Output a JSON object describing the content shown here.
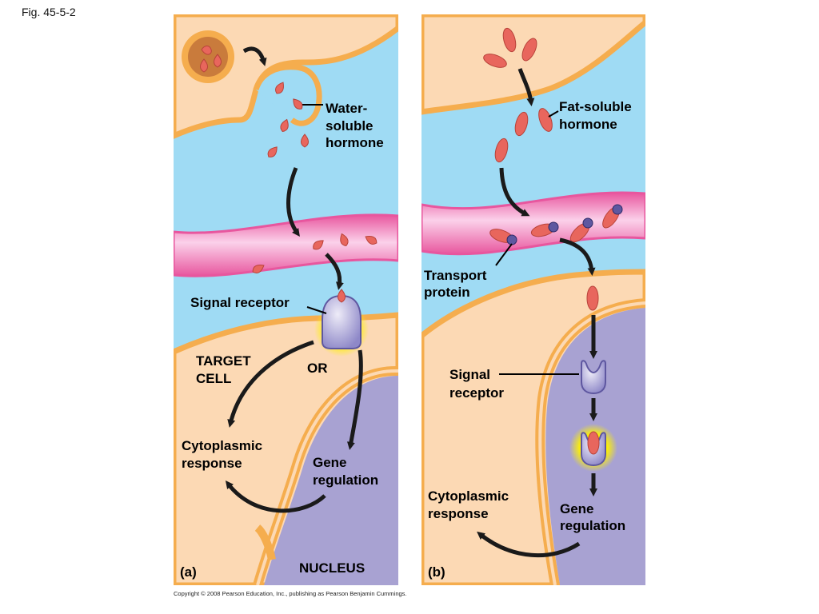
{
  "figure": {
    "label": "Fig. 45-5-2",
    "copyright": "Copyright © 2008 Pearson Education, Inc., publishing as Pearson Benjamin Cummings."
  },
  "panel_a": {
    "label": "(a)",
    "water_soluble_hormone": [
      "Water-",
      "soluble",
      "hormone"
    ],
    "signal_receptor": "Signal receptor",
    "target_cell": [
      "TARGET",
      "CELL"
    ],
    "or": "OR",
    "cytoplasmic_response": [
      "Cytoplasmic",
      "response"
    ],
    "gene_regulation": [
      "Gene",
      "regulation"
    ],
    "nucleus": "NUCLEUS"
  },
  "panel_b": {
    "label": "(b)",
    "fat_soluble_hormone": [
      "Fat-soluble",
      "hormone"
    ],
    "transport_protein": [
      "Transport",
      "protein"
    ],
    "signal_receptor": [
      "Signal",
      "receptor"
    ],
    "cytoplasmic_response": [
      "Cytoplasmic",
      "response"
    ],
    "gene_regulation": [
      "Gene",
      "regulation"
    ]
  },
  "colors": {
    "cell": "#fcd9b4",
    "membrane": "#f5ad4e",
    "interstitial": "#9fdbf4",
    "blood_vessel": "#ef7ec4",
    "nucleus": "#a8a2d2",
    "hormone": "#e8665d",
    "receptor": "#8e88c8",
    "glow": "#fff200",
    "arrow": "#1a1a1a"
  }
}
